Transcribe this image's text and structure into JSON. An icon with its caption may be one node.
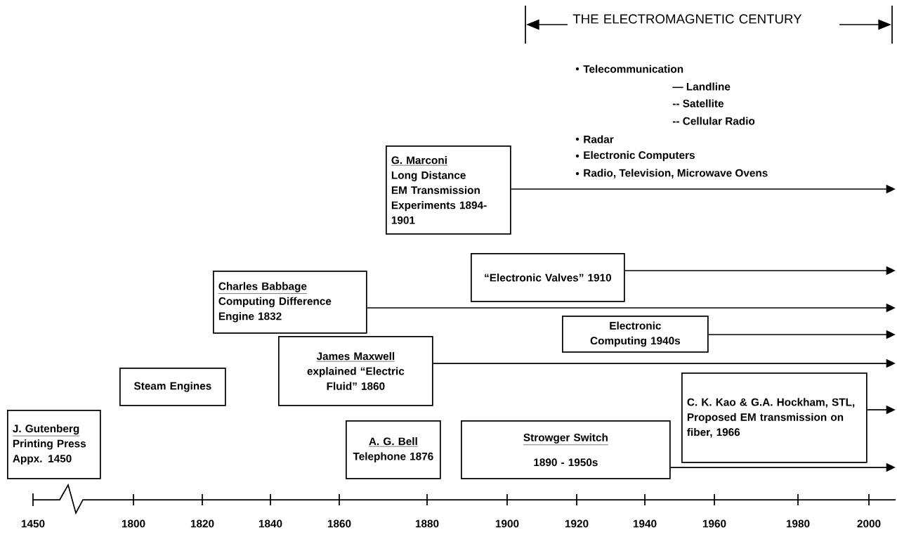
{
  "diagram": {
    "nodes": [
      {
        "text": [
          "G. Marconi",
          "Long Distance EM Transmission Experiments 1894-1901"
        ]
      },
      {
        "text": [
          "“Electronic Valves” 1910"
        ]
      },
      {
        "text": [
          "Charles Babbage",
          "Computing Difference Engine 1832"
        ]
      },
      {
        "text": [
          "Electronic Computing 1940s"
        ]
      },
      {
        "text": [
          "James Maxwell",
          "explained “Electric Fluid” 1860"
        ]
      },
      {
        "text": [
          "Steam Engines"
        ]
      },
      {
        "text": [
          "C. K. Kao & G.A. Hockham, STL, Proposed EM transmission on fiber, 1966"
        ]
      },
      {
        "text": [
          "J. Gutenberg",
          "Printing Press Appx. 1450"
        ]
      },
      {
        "text": [
          "A. G. Bell",
          "Telephone 1876"
        ]
      },
      {
        "text": [
          "Strowger Switch",
          "1890 - 1950s"
        ]
      }
    ],
    "edges": [
      {
        "from": 0,
        "to": null,
        "arrow": "to"
      },
      {
        "from": 1,
        "to": null,
        "arrow": "to"
      },
      {
        "from": 2,
        "to": null,
        "arrow": "to"
      },
      {
        "from": 3,
        "to": null,
        "arrow": "to"
      },
      {
        "from": 4,
        "to": null,
        "arrow": "to"
      },
      {
        "from": 6,
        "to": null,
        "arrow": "to"
      },
      {
        "from": 9,
        "to": null,
        "arrow": "to"
      }
    ],
    "labels": [
      "THE ELECTROMAGNETIC CENTURY",
      "Telecommunication",
      "— Landline",
      "-- Satellite",
      "-- Cellular Radio",
      "Radar",
      "Electronic Computers",
      "Radio, Television, Microwave Ovens",
      "1450",
      "1800",
      "1820",
      "1840",
      "1860",
      "1880",
      "1900",
      "1920",
      "1940",
      "1960",
      "1980",
      "2000"
    ]
  }
}
